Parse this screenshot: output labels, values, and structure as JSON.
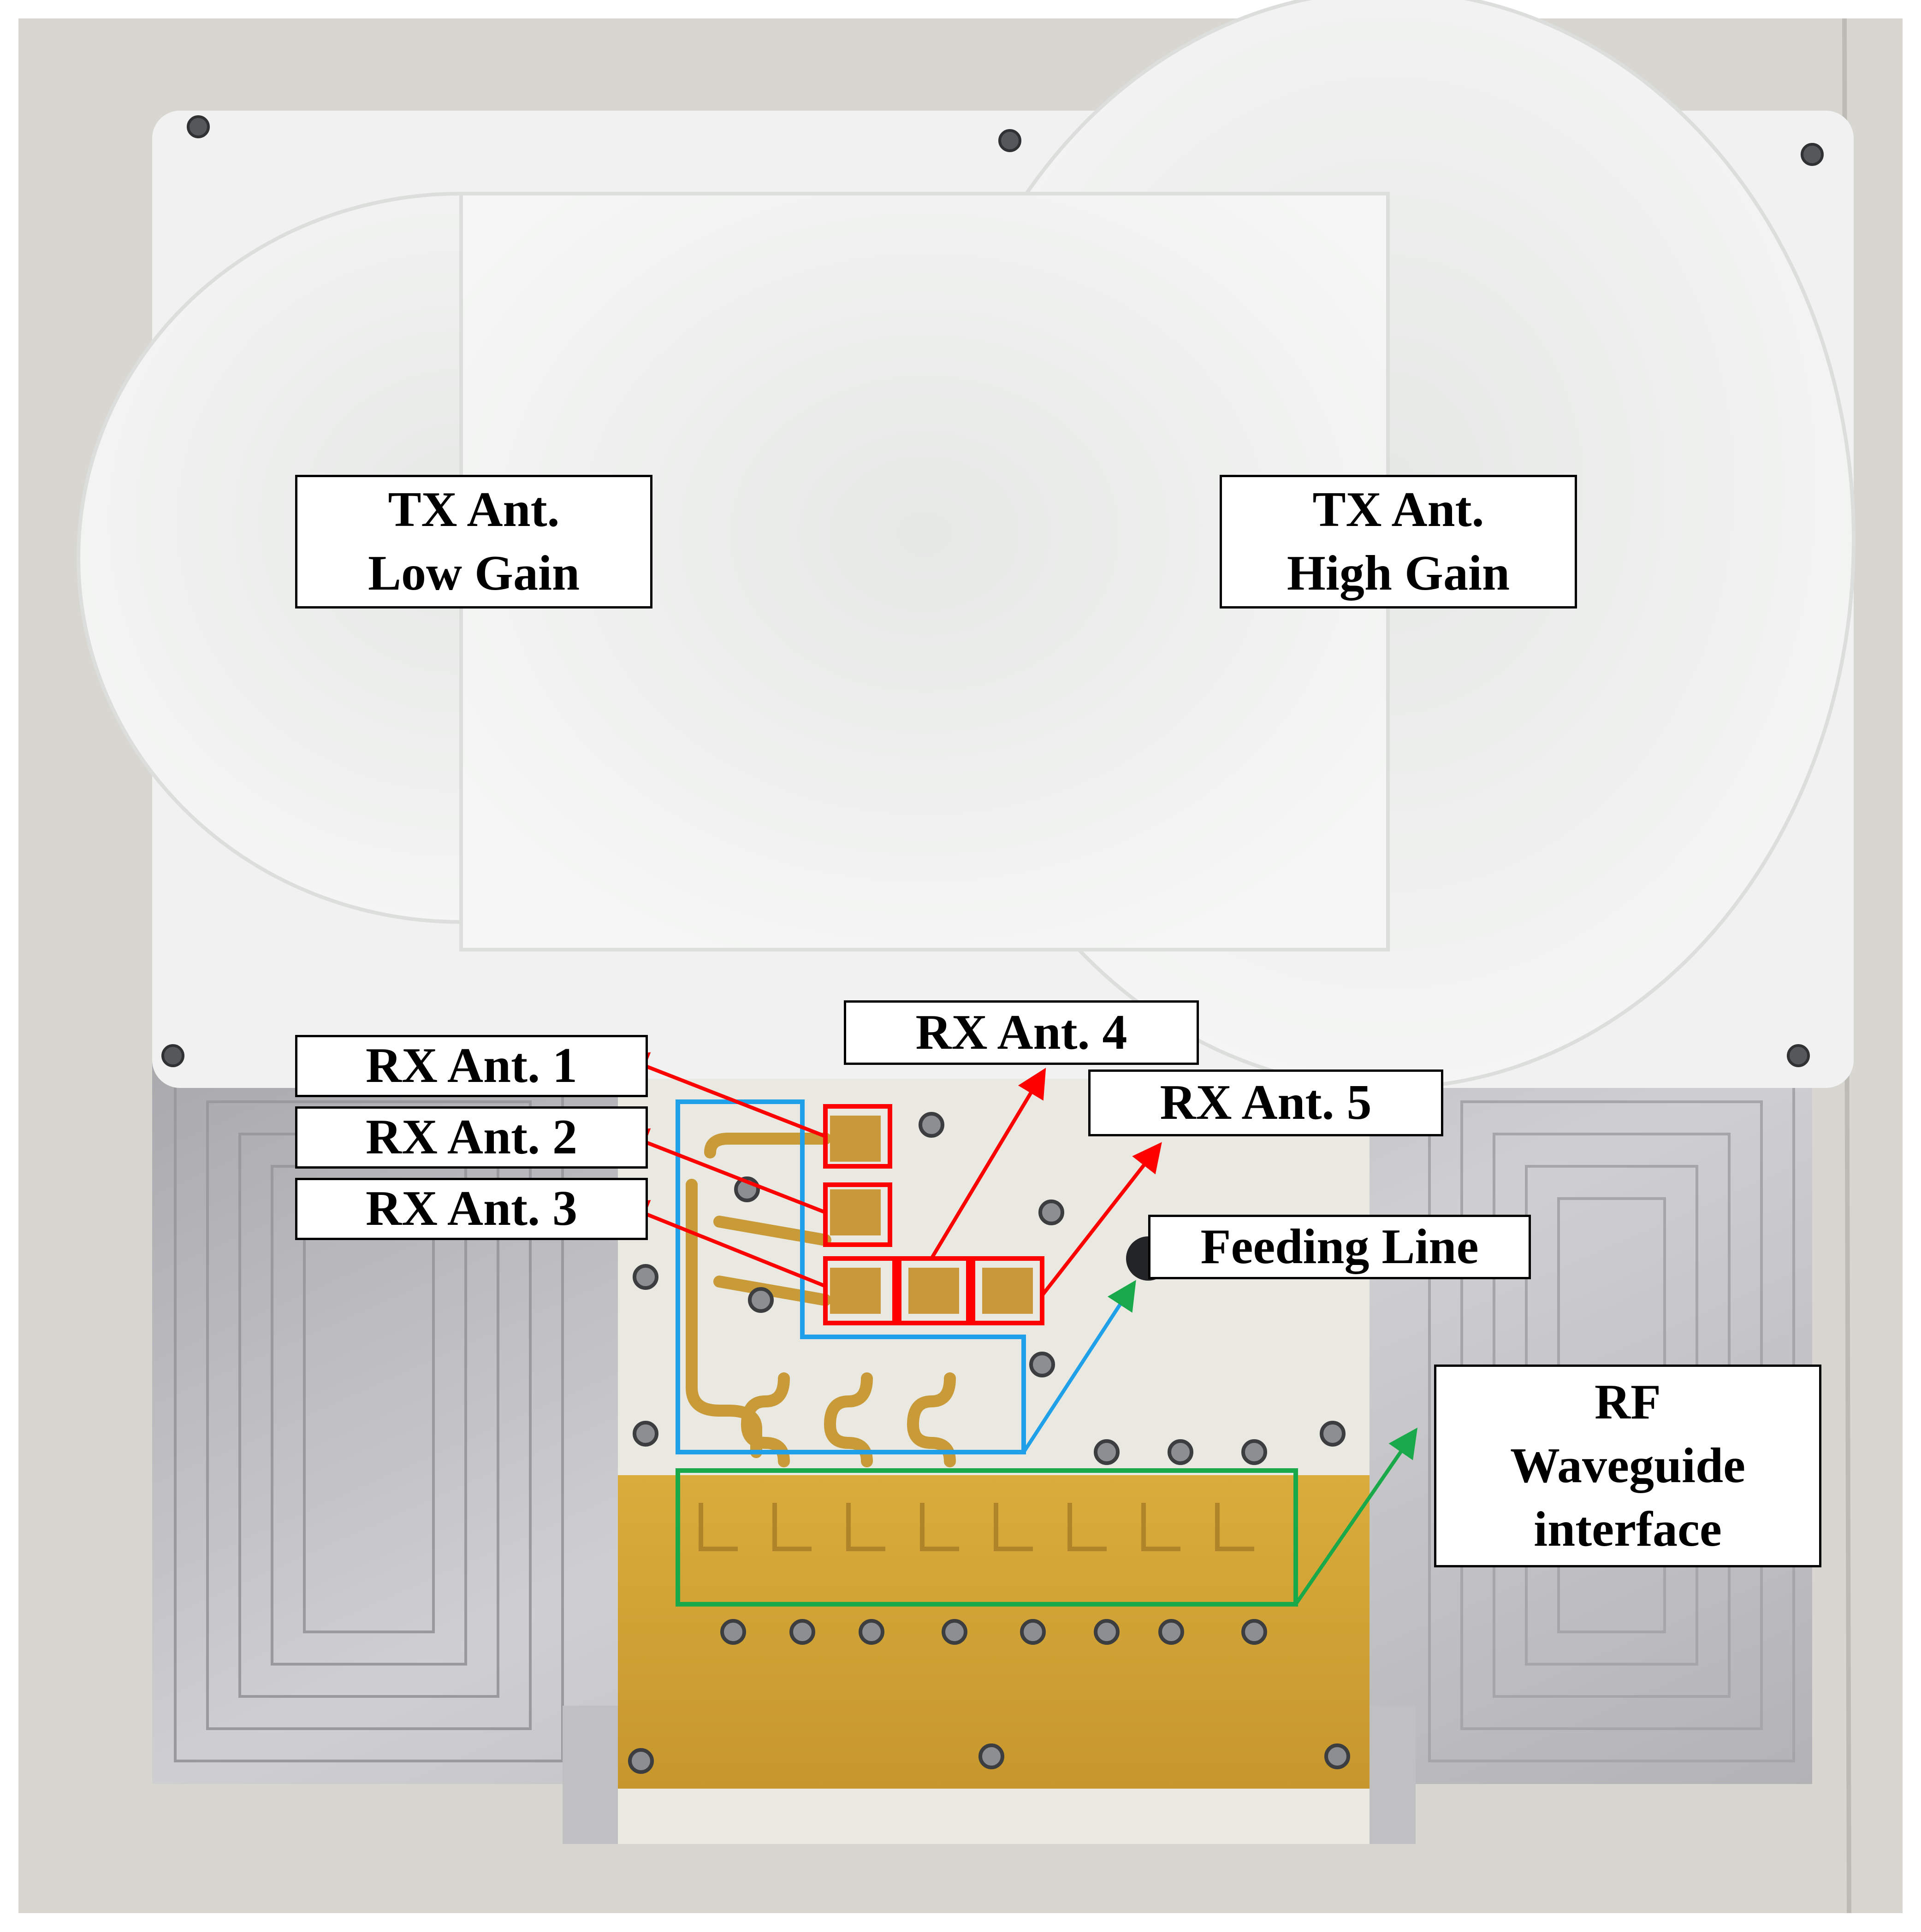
{
  "photo": {
    "colors": {
      "floor": "#d6d4ce",
      "radome": "#eef0ee",
      "aluminum": "#c8c8ca",
      "pcb_white": "#ecebe4",
      "pcb_gold": "#d2a335",
      "trace_gold": "#c89a38",
      "rx_box": "#ff0000",
      "feed_box": "#1fa0e8",
      "waveguide_box": "#19a84a"
    },
    "icons": [
      "screw-icon"
    ]
  },
  "labels": {
    "tx_low": {
      "line1": "TX Ant.",
      "line2": "Low Gain"
    },
    "tx_high": {
      "line1": "TX Ant.",
      "line2": "High Gain"
    },
    "rx1": "RX Ant. 1",
    "rx2": "RX Ant. 2",
    "rx3": "RX Ant. 3",
    "rx4": "RX Ant. 4",
    "rx5": "RX Ant. 5",
    "feeding_line": "Feeding Line",
    "rf": {
      "line1": "RF",
      "line2": "Waveguide",
      "line3": "interface"
    }
  }
}
